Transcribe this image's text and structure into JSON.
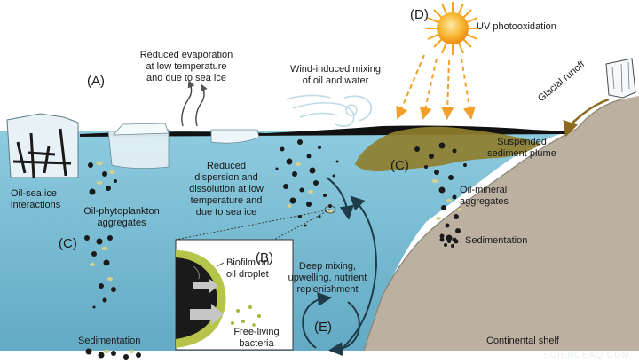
{
  "diagram": {
    "labels": {
      "A": "(A)",
      "B": "(B)",
      "C_left": "(C)",
      "C_right": "(C)",
      "D": "(D)",
      "E": "(E)",
      "uv_photooxidation": "UV photooxidation",
      "reduced_evaporation_1": "Reduced evaporation",
      "reduced_evaporation_2": "at low temperature",
      "reduced_evaporation_3": "and due to sea ice",
      "wind_mixing_1": "Wind-induced mixing",
      "wind_mixing_2": "of oil and water",
      "glacial_runoff": "Glacial runoff",
      "suspended_plume_1": "Suspended",
      "suspended_plume_2": "sediment plume",
      "oil_sea_ice_1": "Oil-sea ice",
      "oil_sea_ice_2": "interactions",
      "reduced_dispersion_1": "Reduced",
      "reduced_dispersion_2": "dispersion and",
      "reduced_dispersion_3": "dissolution at low",
      "reduced_dispersion_4": "temperature and",
      "reduced_dispersion_5": "due to sea ice",
      "oil_phyto_1": "Oil-phytoplankton",
      "oil_phyto_2": "aggregates",
      "oil_mineral_1": "Oil-mineral",
      "oil_mineral_2": "aggregates",
      "sedimentation_right": "Sedimentation",
      "sedimentation_left": "Sedimentation",
      "deep_mixing_1": "Deep mixing,",
      "deep_mixing_2": "upwelling, nutrient",
      "deep_mixing_3": "replenishment",
      "biofilm_1": "Biofilm on",
      "biofilm_2": "oil droplet",
      "free_living_1": "Free-living",
      "free_living_2": "bacteria",
      "continental_shelf": "Continental shelf",
      "watermark": "SCIENCEAQ.COM"
    },
    "colors": {
      "water": "#77bdd4",
      "water_top": "#8fcde0",
      "shelf": "#bfb4a4",
      "oil": "#1a1a1a",
      "plume": "#8f7e2e",
      "sun": "#f7a21b",
      "ice": "#e6f1f6"
    }
  }
}
